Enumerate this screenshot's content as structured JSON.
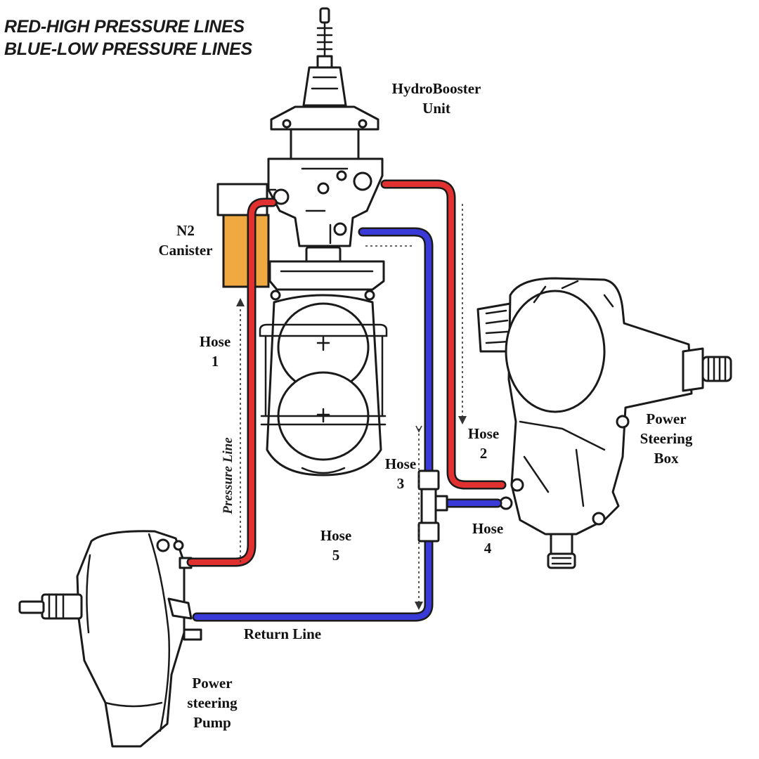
{
  "legend": {
    "high": "RED-HIGH PRESSURE LINES",
    "low": "BLUE-LOW PRESSURE LINES"
  },
  "labels": {
    "hydrobooster": [
      "HydroBooster",
      "Unit"
    ],
    "canister": [
      "N2",
      "Canister"
    ],
    "hose1": [
      "Hose",
      "1"
    ],
    "hose2": [
      "Hose",
      "2"
    ],
    "hose3": [
      "Hose",
      "3"
    ],
    "hose4": [
      "Hose",
      "4"
    ],
    "hose5": [
      "Hose",
      "5"
    ],
    "steering_box": [
      "Power",
      "Steering",
      "Box"
    ],
    "pump": [
      "Power",
      "steering",
      "Pump"
    ],
    "pressure_line": "Pressure Line",
    "return_line": "Return Line"
  },
  "colors": {
    "high_pressure": "#e03030",
    "low_pressure": "#3a3ad8",
    "canister": "#f0a840",
    "outline": "#1a1a1a"
  }
}
